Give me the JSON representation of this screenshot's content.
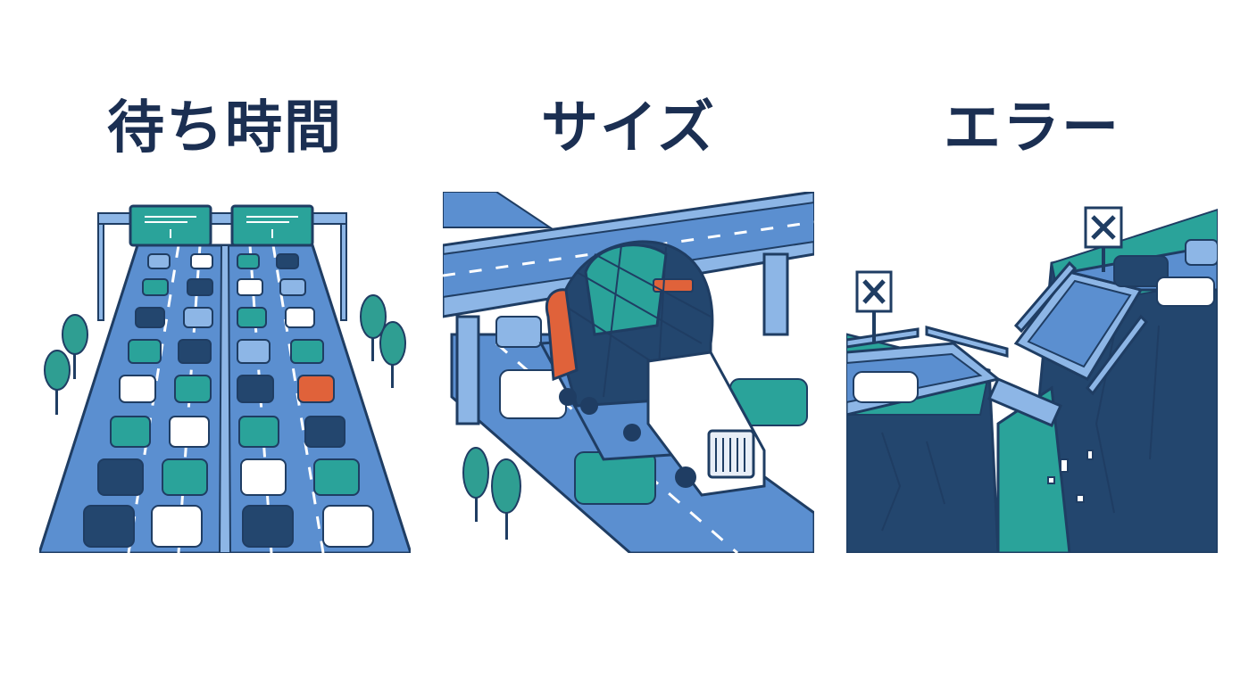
{
  "panels": [
    {
      "title": "待ち時間",
      "illustration": "traffic-jam-highway"
    },
    {
      "title": "サイズ",
      "illustration": "oversized-truck-under-overpass"
    },
    {
      "title": "エラー",
      "illustration": "collapsed-bridge"
    }
  ],
  "colors": {
    "title": "#1b2f52",
    "road": "#5b8fd0",
    "road_light": "#8db6e6",
    "outline": "#1f3d63",
    "teal": "#2aa39a",
    "navy": "#23466e",
    "orange": "#e0623a",
    "white": "#ffffff",
    "tree": "#2f9e92"
  }
}
